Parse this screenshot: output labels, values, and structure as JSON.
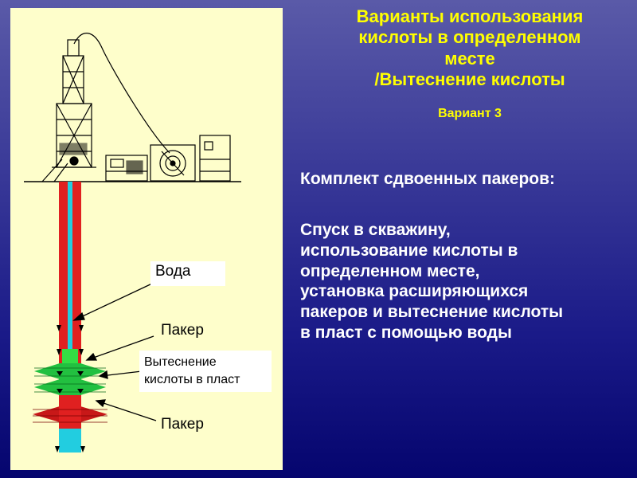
{
  "title": {
    "lines": [
      "Варианты использования",
      "кислоты в определенном",
      "месте",
      "/Вытеснение кислоты"
    ],
    "variant": "Вариант 3"
  },
  "body": {
    "heading": "Комплект сдвоенных пакеров:",
    "lines": [
      "Спуск в скважину,",
      "использование кислоты в",
      "определенном месте,",
      "установка расширяющихся",
      "пакеров и вытеснение кислоты",
      "в пласт с помощью воды"
    ]
  },
  "diagram": {
    "labels": {
      "water": "Вода",
      "packer_upper": "Пакер",
      "displacement": "Вытеснение кислоты в пласт",
      "packer_lower": "Пакер"
    }
  },
  "colors": {
    "title": "#ffff00",
    "body_text": "#ffffff",
    "panel": "#fefecb",
    "casing_red": "#e02020",
    "tubing_cyan": "#22cde0",
    "packer_green": "#22c040",
    "acid_zone_green": "#33dd44"
  }
}
